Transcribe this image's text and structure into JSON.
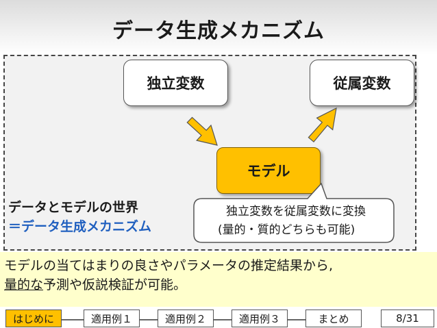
{
  "title": "データ生成メカニズム",
  "diagram": {
    "independent_label": "独立変数",
    "dependent_label": "従属変数",
    "model_label": "モデル",
    "callout": {
      "line1": "独立変数を従属変数に変換",
      "line2": "(量的・質的どちらも可能)"
    },
    "world_label": {
      "line1": "データとモデルの世界",
      "line2": "＝データ生成メカニズム"
    },
    "colors": {
      "model_fill": "#ffc000",
      "arrow_fill": "#ffc000",
      "world_accent": "#1f5fbf",
      "region_fill": "#f2f2f2"
    }
  },
  "summary": {
    "line1": "モデルの当てはまりの良さやパラメータの推定結果から,",
    "line2_underlined": "量的な",
    "line2_rest": "予測や仮説検証が可能。"
  },
  "nav": {
    "items": [
      "はじめに",
      "適用例１",
      "適用例２",
      "適用例３",
      "まとめ"
    ],
    "active_index": 0,
    "page": "8/31"
  }
}
